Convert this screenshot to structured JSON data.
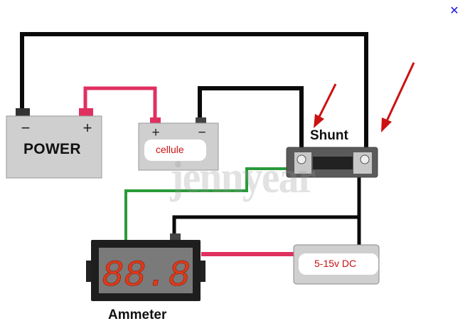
{
  "window": {
    "close_icon": "close-icon",
    "close_glyph": "✕"
  },
  "labels": {
    "power": "POWER",
    "cellule": "cellule",
    "shunt": "Shunt",
    "ammeter": "Ammeter",
    "supply": "5-15v DC",
    "watermark": "jennyear"
  },
  "terminals": {
    "minus": "−",
    "plus": "+"
  },
  "ammeter_display": "88.8",
  "colors": {
    "wire_black": "#0a0a0a",
    "wire_red": "#e03060",
    "wire_green": "#2a9a3a",
    "arrow_red": "#cc1111",
    "box_gray": "#cfcfcf",
    "label_red": "#cc1111",
    "close_blue": "#1a1adc"
  }
}
